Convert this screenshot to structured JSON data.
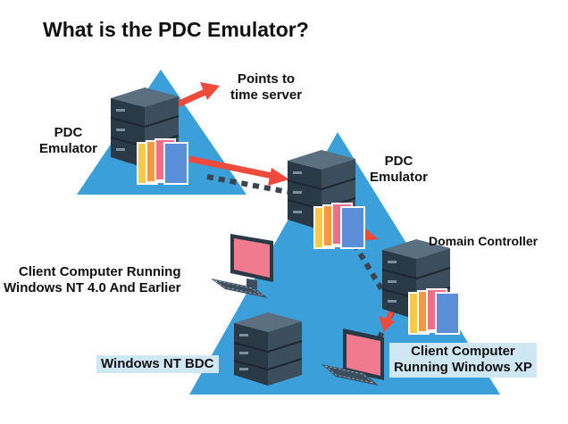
{
  "title": "What is the PDC Emulator?",
  "labels": {
    "points_to_time_server": "Points to\ntime server",
    "pdc_emulator_left": "PDC\nEmulator",
    "pdc_emulator_center": "PDC\nEmulator",
    "domain_controller": "Domain Controller",
    "client_nt4": "Client Computer Running\nWindows NT 4.0 And Earlier",
    "windows_nt_bdc": "Windows NT BDC",
    "client_xp": "Client Computer\nRunning Windows XP"
  },
  "colors": {
    "triangle": "#3b9fd9",
    "server_body": "#3c4e5e",
    "server_dark": "#2a3946",
    "server_light": "#5a6f80",
    "arrow_red": "#ef4a3c",
    "dotted_link": "#3a4550",
    "monitor_screen": "#f07a8e",
    "folder_yellow": "#f7c94a",
    "folder_orange": "#f39a3c",
    "folder_pink": "#ef6f8b",
    "folder_blue": "#5a8fd8",
    "label_box": "#cfe6f3"
  },
  "icons": [
    "server-icon",
    "folder-icon",
    "monitor-icon",
    "keyboard-icon",
    "arrow-icon"
  ]
}
